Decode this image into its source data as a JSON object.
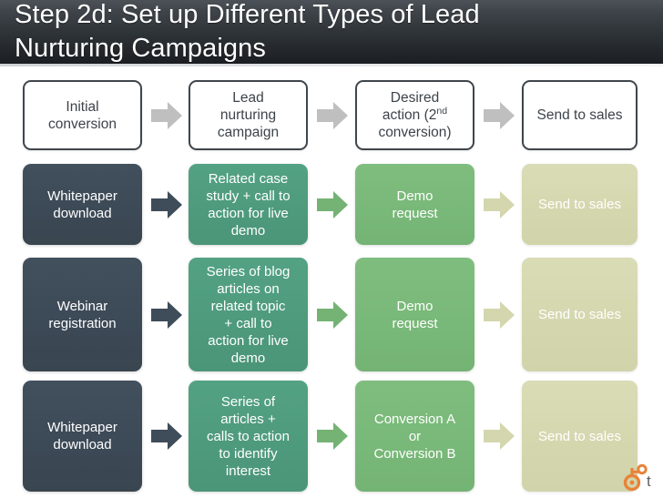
{
  "slide": {
    "title_line1": "Step 2d: Set up Different Types of Lead",
    "title_line2": "Nurturing Campaigns",
    "title_full": "Step 2d: Set up Different Types of Lead Nurturing Campaigns"
  },
  "colors": {
    "title_bar_dark": "#23272b",
    "title_bar_light": "#4c5257",
    "outline_border": "#3f464c",
    "slate": "#3f4c59",
    "teal": "#4e9a7c",
    "green": "#78b878",
    "khaki": "#d4d7ae",
    "arrow_gray": "#bfbfbf",
    "arrow_slate": "#3f4c59",
    "arrow_green": "#74b374",
    "arrow_khaki": "#d4d7ae",
    "hubspot_orange": "#f2794b"
  },
  "diagram": {
    "column_headers": [
      "Initial conversion",
      "Lead nurturing campaign",
      "Desired action (2nd conversion)",
      "Send to sales"
    ],
    "header_row": {
      "style": "outline",
      "arrow_color_name": "arrow_gray",
      "cells": [
        {
          "text": "Initial\nconversion"
        },
        {
          "text": "Lead\nnurturing\ncampaign"
        },
        {
          "text_pre": "Desired\naction (2",
          "text_sup": "nd",
          "text_post": "\nconversion)"
        },
        {
          "text": "Send to sales"
        }
      ]
    },
    "rows": [
      {
        "id": "row-whitepaper-demo",
        "cells": [
          {
            "text": "Whitepaper\ndownload",
            "style": "slate"
          },
          {
            "text": "Related case\nstudy + call to\naction for live\ndemo",
            "style": "teal"
          },
          {
            "text": "Demo\nrequest",
            "style": "green"
          },
          {
            "text": "Send to sales",
            "style": "khaki"
          }
        ],
        "arrows": [
          "arrow_slate",
          "arrow_green",
          "arrow_khaki"
        ]
      },
      {
        "id": "row-webinar-demo",
        "cells": [
          {
            "text": "Webinar\nregistration",
            "style": "slate"
          },
          {
            "text": "Series of blog\narticles on\nrelated topic\n+ call to\naction for live\ndemo",
            "style": "teal"
          },
          {
            "text": "Demo\nrequest",
            "style": "green"
          },
          {
            "text": "Send to sales",
            "style": "khaki"
          }
        ],
        "arrows": [
          "arrow_slate",
          "arrow_green",
          "arrow_khaki"
        ]
      },
      {
        "id": "row-whitepaper-conversion",
        "cells": [
          {
            "text": "Whitepaper\ndownload",
            "style": "slate"
          },
          {
            "text": "Series of\narticles +\ncalls to action\nto identify\ninterest",
            "style": "teal"
          },
          {
            "text": "Conversion A\nor\nConversion B",
            "style": "green"
          },
          {
            "text": "Send to sales",
            "style": "khaki"
          }
        ],
        "arrows": [
          "arrow_slate",
          "arrow_green",
          "arrow_khaki"
        ]
      }
    ]
  },
  "branding": {
    "logo_name": "hubspot-sprocket-logo",
    "logo_mark": "t"
  }
}
